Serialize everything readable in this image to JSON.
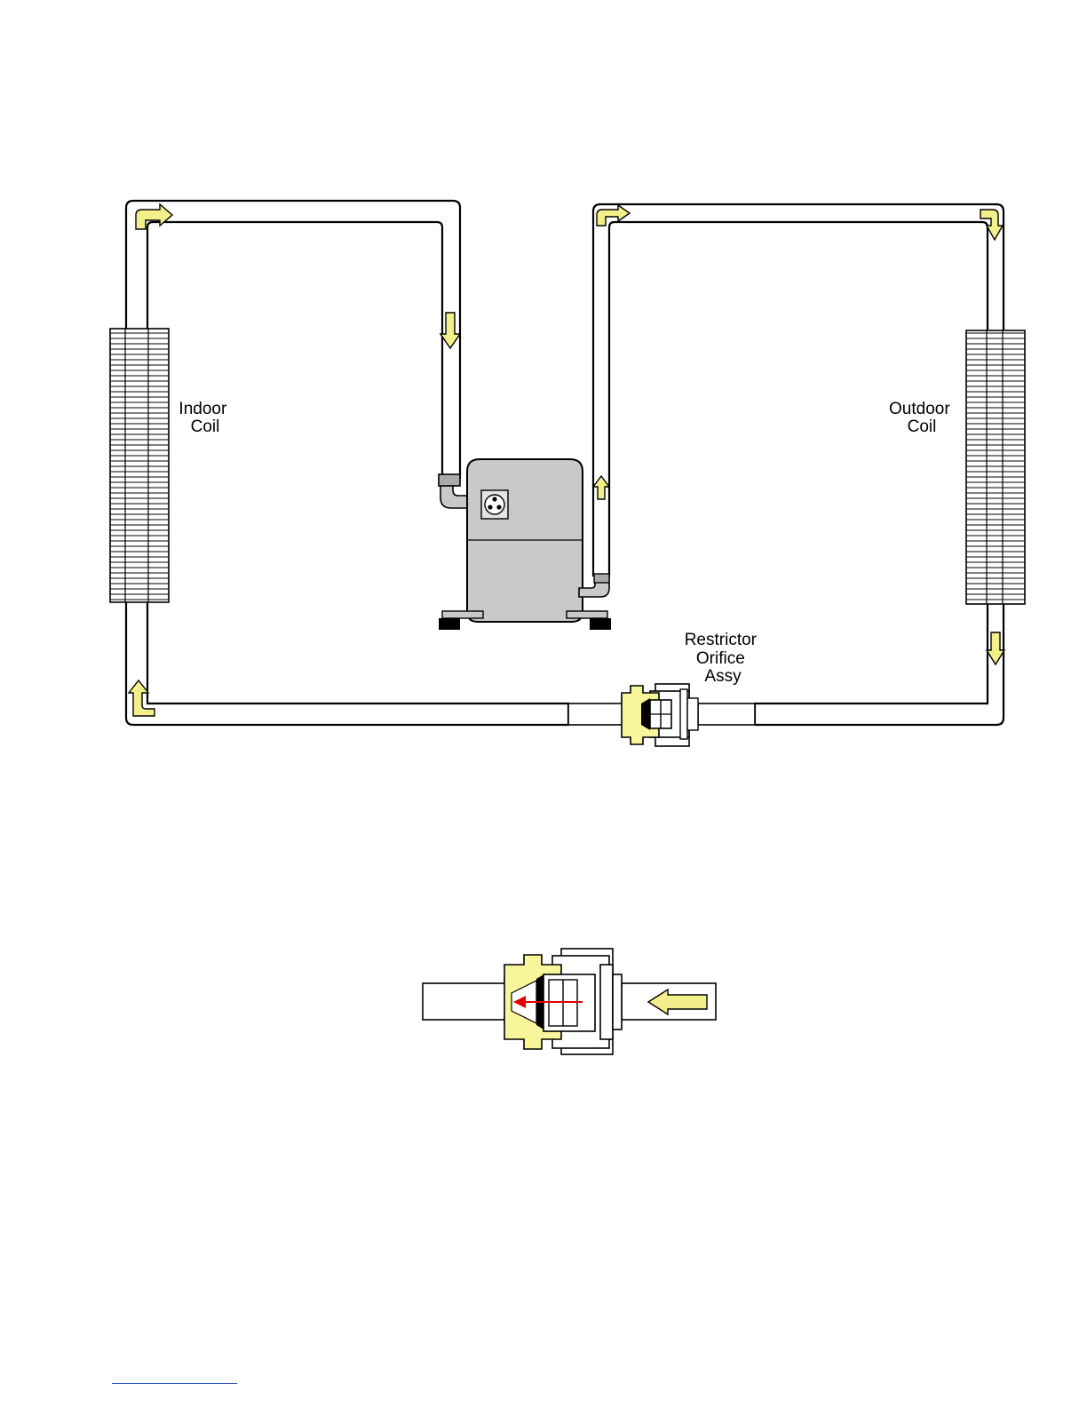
{
  "labels": {
    "indoor_coil": [
      "Indoor",
      "Coil"
    ],
    "outdoor_coil": [
      "Outdoor",
      "Coil"
    ],
    "restrictor": [
      "Restrictor",
      "Orifice",
      "Assy"
    ]
  },
  "colors": {
    "flow_arrow": "#f3ef8a",
    "orifice_body": "#f9f59a",
    "compressor": "#c8c9cb",
    "flow_through_orifice": "#e00000",
    "footer_rule": "#2b52c8"
  },
  "icons": {
    "flow_arrow": "flow-direction-arrow-icon",
    "compressor_terminal": "terminal-plug-icon"
  }
}
